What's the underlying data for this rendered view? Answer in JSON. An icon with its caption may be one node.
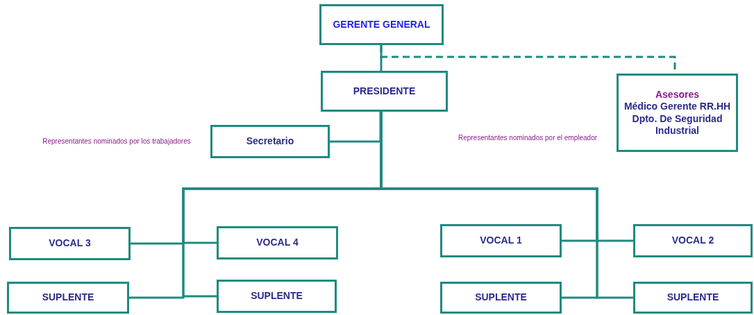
{
  "diagram": {
    "nodes": [
      {
        "text": [
          "GERENTE GENERAL"
        ]
      },
      {
        "text": [
          "PRESIDENTE"
        ]
      },
      {
        "text": [
          "Asesores",
          "Médico Gerente RR.HH Dpto. De Seguridad Industrial"
        ]
      },
      {
        "text": [
          "Secretario"
        ]
      },
      {
        "text": [
          "VOCAL 3"
        ]
      },
      {
        "text": [
          "VOCAL 4"
        ]
      },
      {
        "text": [
          "VOCAL 1"
        ]
      },
      {
        "text": [
          "VOCAL 2"
        ]
      },
      {
        "text": [
          "SUPLENTE"
        ]
      },
      {
        "text": [
          "SUPLENTE"
        ]
      },
      {
        "text": [
          "SUPLENTE"
        ]
      },
      {
        "text": [
          "SUPLENTE"
        ]
      }
    ],
    "edges": [
      {
        "from": 0,
        "to": 1,
        "arrow": "none"
      },
      {
        "from": 0,
        "to": 2,
        "arrow": "none",
        "style": "dashed"
      },
      {
        "from": 1,
        "to": 3,
        "arrow": "none"
      },
      {
        "from": 1,
        "to": 4,
        "arrow": "none"
      },
      {
        "from": 1,
        "to": 5,
        "arrow": "none"
      },
      {
        "from": 1,
        "to": 6,
        "arrow": "none"
      },
      {
        "from": 1,
        "to": 7,
        "arrow": "none"
      },
      {
        "from": 1,
        "to": 8,
        "arrow": "none"
      },
      {
        "from": 1,
        "to": 9,
        "arrow": "none"
      },
      {
        "from": 1,
        "to": 10,
        "arrow": "none"
      },
      {
        "from": 1,
        "to": 11,
        "arrow": "none"
      }
    ],
    "labels": [
      "Representantes nominados por los trabajadores",
      "Representantes nominados por el empleador"
    ]
  }
}
